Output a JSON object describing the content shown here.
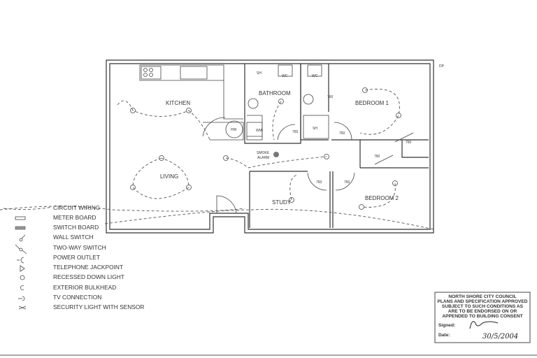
{
  "plan": {
    "marker_dp": "DP",
    "rooms": {
      "kitchen": "KITCHEN",
      "bathroom": "BATHROOM",
      "bedroom1": "BEDROOM 1",
      "living": "LIVING",
      "study": "STUDY",
      "bedroom2": "BEDROOM 2",
      "smoke_alarm_1": "SMOKE",
      "smoke_alarm_2": "ALARM"
    },
    "fixtures": {
      "sh": "SH",
      "wc": "WC",
      "hw": "HW",
      "wm": "WM"
    },
    "door_width": "760"
  },
  "legend": {
    "items": [
      {
        "icon": "circuit-wiring",
        "label": "CIRCUIT WIRING"
      },
      {
        "icon": "meter-board",
        "label": "METER BOARD"
      },
      {
        "icon": "switch-board",
        "label": "SWITCH BOARD"
      },
      {
        "icon": "wall-switch",
        "label": "WALL SWITCH"
      },
      {
        "icon": "two-way-switch",
        "label": "TWO-WAY SWITCH"
      },
      {
        "icon": "power-outlet",
        "label": "POWER OUTLET"
      },
      {
        "icon": "telephone-jackpoint",
        "label": "TELEPHONE JACKPOINT"
      },
      {
        "icon": "recessed-down-light",
        "label": "RECESSED DOWN LIGHT"
      },
      {
        "icon": "exterior-bulkhead",
        "label": "EXTERIOR BULKHEAD"
      },
      {
        "icon": "tv-connection",
        "label": "TV CONNECTION"
      },
      {
        "icon": "security-light",
        "label": "SECURITY LIGHT WITH SENSOR"
      }
    ]
  },
  "stamp": {
    "lines": [
      "NORTH SHORE CITY COUNCIL",
      "PLANS AND SPECIFICATION APPROVED",
      "SUBJECT TO SUCH CONDITIONS AS",
      "ARE TO BE ENDORSED ON OR",
      "APPENDED TO BUILDING CONSENT"
    ],
    "signed_label": "Signed:",
    "date_label": "Date:",
    "date_value": "30/5/2004"
  }
}
